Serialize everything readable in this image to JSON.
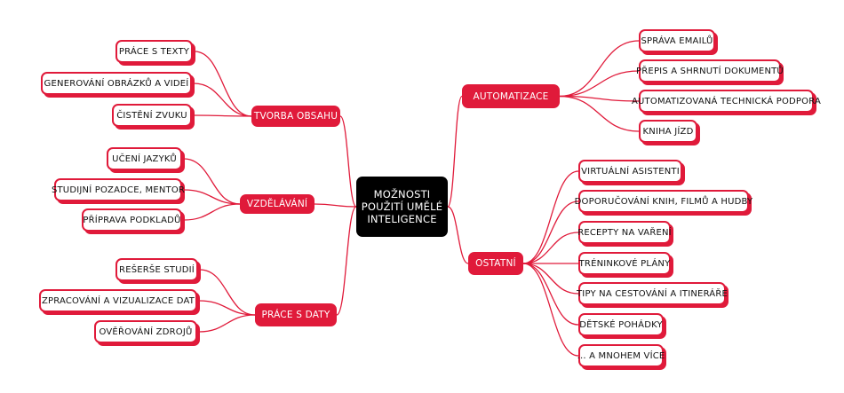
{
  "center": {
    "lines": [
      "Možnosti",
      "použití umělé",
      "inteligence"
    ]
  },
  "branches": {
    "tvorba": {
      "label": "Tvorba obsahu",
      "leaves": [
        "Práce s texty",
        "Generování obrázků a videí",
        "Čistění zvuku"
      ]
    },
    "vzdelavani": {
      "label": "Vzdělávání",
      "leaves": [
        "Učení jazyků",
        "Studijní pozadce, mentor",
        "Příprava podkladů"
      ]
    },
    "data": {
      "label": "Práce s daty",
      "leaves": [
        "Rešerše studií",
        "Zpracování a vizualizace dat",
        "Ověřování zdrojů"
      ]
    },
    "automatizace": {
      "label": "Automatizace",
      "leaves": [
        "Správa emailů",
        "Přepis a shrnutí dokumentů",
        "Automatizovaná technická podpora",
        "Kniha jízd"
      ]
    },
    "ostatni": {
      "label": "Ostatní",
      "leaves": [
        "Virtuální asistenti",
        "Doporučování knih, filmů a hudby",
        "Recepty na vaření",
        "Tréninkové plány",
        "Tipy na cestování a itineráře",
        "Dětské pohádky",
        "... a mnohem více"
      ]
    }
  },
  "colors": {
    "accent": "#e01a3a",
    "center_bg": "#000000",
    "leaf_bg": "#ffffff"
  }
}
